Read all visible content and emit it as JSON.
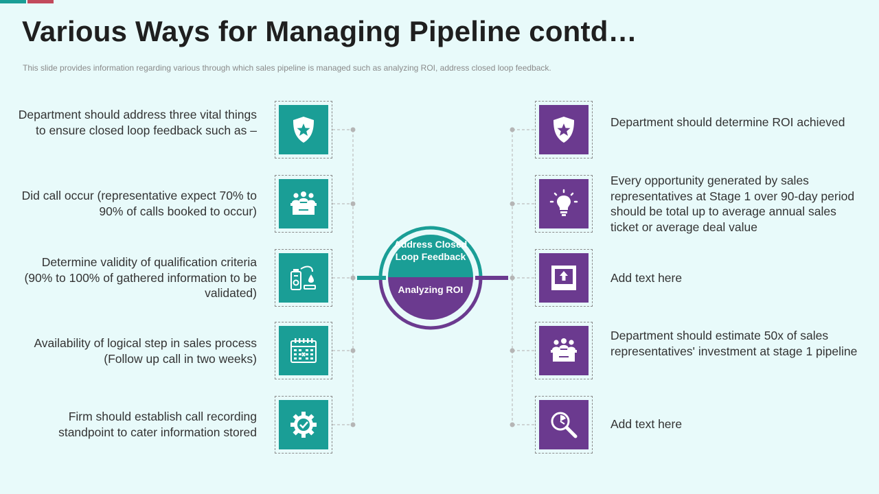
{
  "title": "Various Ways for Managing Pipeline contd…",
  "subtitle": "This slide provides information regarding various through which sales pipeline is managed such as analyzing ROI, address closed loop feedback.",
  "hub": {
    "top_label": "Address Closed Loop Feedback",
    "bottom_label": "Analyzing ROI"
  },
  "left_items": [
    {
      "text": "Department should address three vital things to ensure closed loop feedback such as –",
      "icon": "shield-star-icon"
    },
    {
      "text": "Did call occur (representative expect 70% to 90% of calls booked to occur)",
      "icon": "team-meeting-icon"
    },
    {
      "text": "Determine validity of qualification criteria (90% to 100% of gathered information to be validated)",
      "icon": "validation-tools-icon"
    },
    {
      "text": "Availability of logical step in sales process (Follow up call in two weeks)",
      "icon": "calendar-icon"
    },
    {
      "text": "Firm should establish call recording standpoint to cater information stored",
      "icon": "gear-check-icon"
    }
  ],
  "right_items": [
    {
      "text": "Department should determine ROI achieved",
      "icon": "shield-star-icon"
    },
    {
      "text": "Every opportunity generated by sales representatives at Stage 1 over 90-day period should be total up to average annual sales ticket or average deal value",
      "icon": "lightbulb-icon"
    },
    {
      "text": "Add text here",
      "icon": "upload-icon"
    },
    {
      "text": "Department should estimate 50x of sales representatives' investment at stage 1 pipeline",
      "icon": "team-meeting-icon"
    },
    {
      "text": "Add text here",
      "icon": "search-chart-icon"
    }
  ],
  "colors": {
    "background": "#e8fafa",
    "teal": "#1a9e96",
    "purple": "#6b3a8f",
    "accent_red": "#c24a5c"
  }
}
